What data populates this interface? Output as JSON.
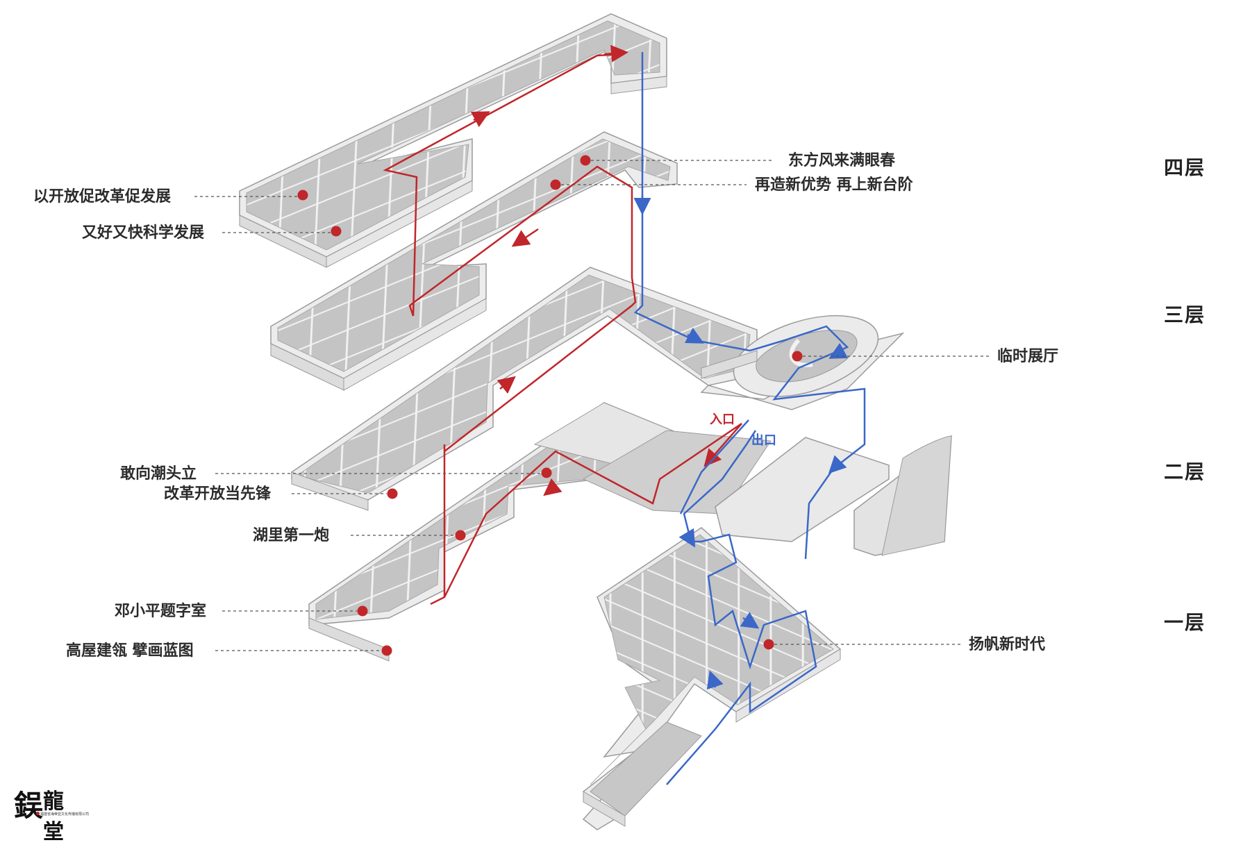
{
  "floors": {
    "f4": "四层",
    "f3": "三层",
    "f2": "二层",
    "f1": "一层"
  },
  "labels": {
    "l4a": "以开放促改革促发展",
    "l4b": "又好又快科学发展",
    "l4c": "东方风来满眼春",
    "l4d": "再造新优势 再上新台阶",
    "l3a": "临时展厅",
    "l2a": "敢向潮头立",
    "l2b": "改革开放当先锋",
    "l2c": "湖里第一炮",
    "l1a": "邓小平题字室",
    "l1b": "高屋建瓴  擘画蓝图",
    "l1c": "扬帆新时代"
  },
  "markers": {
    "entrance": "入口",
    "exit": "出口"
  },
  "logo": {
    "mark": "鋘",
    "name": "龍堂",
    "sub": "福建省海帝亚文化传播有限公司"
  },
  "colors": {
    "route_red": "#c0262a",
    "route_blue": "#3a67c8",
    "floor_fill": "#c8c8c8",
    "wall_fill": "#ededed",
    "wall_stroke": "#9a9a9a",
    "leader": "#555555"
  }
}
